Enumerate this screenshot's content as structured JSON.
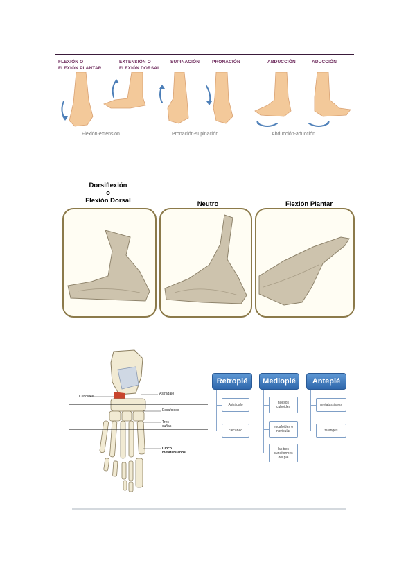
{
  "movements": {
    "labels": [
      "FLEXIÓN O\nFLEXIÓN PLANTAR",
      "EXTENSIÓN O\nFLEXIÓN DORSAL",
      "SUPINACIÓN",
      "PRONACIÓN",
      "ABDUCCIÓN",
      "ADUCCIÓN"
    ],
    "captions": [
      "Flexión-extensión",
      "Pronación-supinación",
      "Abducción-aducción"
    ],
    "label_color": "#6d2a5c",
    "arrow_color": "#4d7fb8",
    "skin_color": "#f3c99a"
  },
  "flexion": {
    "titles": [
      "Dorsiflexión\no\nFlexión Dorsal",
      "Neutro",
      "Flexión Plantar"
    ],
    "panel_border": "#8c7a4a"
  },
  "skeleton": {
    "labels": [
      "Cuboides",
      "Astrágalo",
      "Escafoides",
      "Tres\ncuñas",
      "Cinco\nmetatarsianos"
    ]
  },
  "regions": {
    "columns": [
      {
        "title": "Retropié",
        "items": [
          "Astrágalo",
          "calcáneo"
        ]
      },
      {
        "title": "Mediopié",
        "items": [
          "huesos\ncuboides",
          "escafoides o\nnavicular",
          "las tres\ncuneiformes\ndel pie"
        ]
      },
      {
        "title": "Antepié",
        "items": [
          "metatarsianos",
          "falanges"
        ]
      }
    ],
    "head_color": "#3a76bb"
  }
}
